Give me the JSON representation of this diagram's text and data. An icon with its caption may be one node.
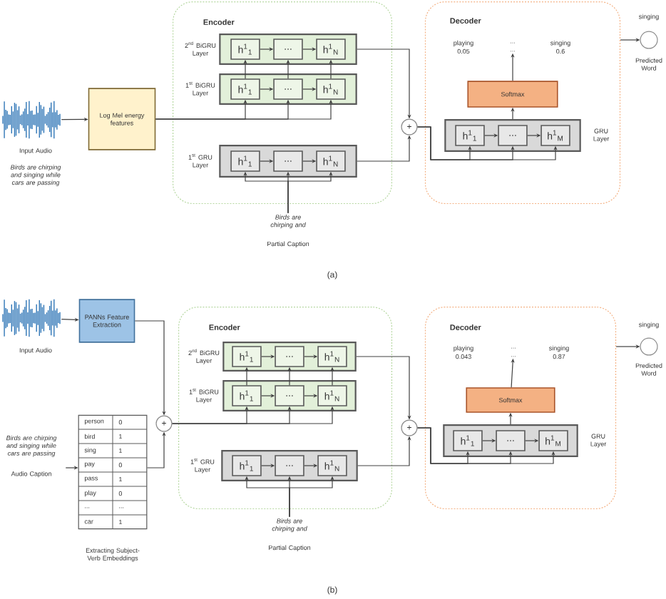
{
  "diagram": {
    "nodes": [
      {
        "text": [],
        "shape": "picture",
        "beside": [
          "Input Audio",
          "Birds are chirping and singing while cars are passing"
        ]
      },
      {
        "text": [
          "Log Mel energy features"
        ]
      },
      {
        "text": [
          "Encoder"
        ]
      },
      {
        "text": [
          "2$^{nd}$ BiGRU Layer"
        ],
        "in": 2
      },
      {
        "text": [
          "h$^{1}$$_{1}$"
        ],
        "in": 3
      },
      {
        "text": [
          "..."
        ],
        "in": 3
      },
      {
        "text": [
          "h$^{1}$$_{N}$"
        ],
        "in": 3
      },
      {
        "text": [
          "1$^{st}$ BiGRU Layer"
        ],
        "in": 2
      },
      {
        "text": [
          "h$^{1}$$_{1}$"
        ],
        "in": 7
      },
      {
        "text": [
          "..."
        ],
        "in": 7
      },
      {
        "text": [
          "h$^{1}$$_{N}$"
        ],
        "in": 7
      },
      {
        "text": [
          "1$^{st}$ GRU Layer"
        ],
        "in": 2
      },
      {
        "text": [
          "h$^{1}$$_{1}$"
        ],
        "in": 11
      },
      {
        "text": [
          "..."
        ],
        "in": 11
      },
      {
        "text": [
          "h$^{1}$$_{N}$"
        ],
        "in": 11
      },
      {
        "text": [
          "Birds are chirping and",
          "Partial Caption"
        ]
      },
      {
        "text": [
          "+"
        ]
      },
      {
        "text": [
          "Decoder"
        ]
      },
      {
        "text": [
          "playing",
          "0.05"
        ],
        "in": 17
      },
      {
        "text": [
          "...",
          "..."
        ],
        "in": 17
      },
      {
        "text": [
          "singing",
          "0.6"
        ],
        "in": 17
      },
      {
        "text": [
          "Softmax"
        ],
        "in": 17
      },
      {
        "text": [
          "GRU Layer"
        ],
        "in": 17
      },
      {
        "text": [
          "h$^{1}$$_{1}$"
        ],
        "in": 22
      },
      {
        "text": [
          "..."
        ],
        "in": 22
      },
      {
        "text": [
          "h$^{1}$$_{M}$"
        ],
        "in": 22
      },
      {
        "text": [],
        "shape": "circle",
        "beside": [
          "singing",
          "Predicted Word"
        ]
      },
      {
        "text": [],
        "shape": "picture",
        "beside": [
          "Input Audio"
        ]
      },
      {
        "text": [
          "PANNs Feature Extraction"
        ]
      },
      {
        "text": [
          "Birds are chirping and singing while cars are passing",
          "Audio Caption"
        ]
      },
      {
        "text": [
          "person",
          "0",
          "bird",
          "1",
          "sing",
          "1",
          "pay",
          "0",
          "pass",
          "1",
          "play",
          "0",
          "...",
          "...",
          "car",
          "1"
        ],
        "beside": [
          "Extracting Subject-Verb Embeddings"
        ]
      },
      {
        "text": [
          "+"
        ]
      },
      {
        "text": [
          "Encoder"
        ]
      },
      {
        "text": [
          "2$^{nd}$ BiGRU Layer"
        ],
        "in": 32
      },
      {
        "text": [
          "h$^{1}$$_{1}$"
        ],
        "in": 33
      },
      {
        "text": [
          "..."
        ],
        "in": 33
      },
      {
        "text": [
          "h$^{1}$$_{N}$"
        ],
        "in": 33
      },
      {
        "text": [
          "1$^{st}$ BiGRU Layer"
        ],
        "in": 32
      },
      {
        "text": [
          "h$^{1}$$_{1}$"
        ],
        "in": 37
      },
      {
        "text": [
          "..."
        ],
        "in": 37
      },
      {
        "text": [
          "h$^{1}$$_{N}$"
        ],
        "in": 37
      },
      {
        "text": [
          "1$^{st}$ GRU Layer"
        ],
        "in": 32
      },
      {
        "text": [
          "h$^{1}$$_{1}$"
        ],
        "in": 41
      },
      {
        "text": [
          "..."
        ],
        "in": 41
      },
      {
        "text": [
          "h$^{1}$$_{N}$"
        ],
        "in": 41
      },
      {
        "text": [
          "Birds are chirping and",
          "Partial Caption"
        ]
      },
      {
        "text": [
          "+"
        ]
      },
      {
        "text": [
          "Decoder"
        ]
      },
      {
        "text": [
          "playing",
          "0.043"
        ],
        "in": 47
      },
      {
        "text": [
          "...",
          "..."
        ],
        "in": 47
      },
      {
        "text": [
          "singing",
          "0.87"
        ],
        "in": 47
      },
      {
        "text": [
          "Softmax"
        ],
        "in": 47
      },
      {
        "text": [
          "GRU Layer"
        ],
        "in": 47
      },
      {
        "text": [
          "h$^{1}$$_{1}$"
        ],
        "in": 52
      },
      {
        "text": [
          "..."
        ],
        "in": 52
      },
      {
        "text": [
          "h$^{1}$$_{M}$"
        ],
        "in": 52
      },
      {
        "text": [],
        "shape": "circle",
        "beside": [
          "singing",
          "Predicted Word"
        ]
      }
    ],
    "edges": [
      {
        "from": 0,
        "to": 1,
        "arrow": "to"
      },
      {
        "from": 1,
        "to": 8,
        "arrow": "to"
      },
      {
        "from": 1,
        "to": 9,
        "arrow": "to"
      },
      {
        "from": 1,
        "to": 10,
        "arrow": "to"
      },
      {
        "from": 8,
        "to": 4,
        "arrow": "to"
      },
      {
        "from": 9,
        "to": 5,
        "arrow": "to"
      },
      {
        "from": 10,
        "to": 6,
        "arrow": "to"
      },
      {
        "from": 4,
        "to": 5,
        "arrow": "to"
      },
      {
        "from": 5,
        "to": 6,
        "arrow": "to"
      },
      {
        "from": 8,
        "to": 9,
        "arrow": "to"
      },
      {
        "from": 9,
        "to": 10,
        "arrow": "to"
      },
      {
        "from": 12,
        "to": 13,
        "arrow": "to"
      },
      {
        "from": 13,
        "to": 14,
        "arrow": "to"
      },
      {
        "from": 15,
        "to": 12,
        "arrow": "to"
      },
      {
        "from": 15,
        "to": 13,
        "arrow": "to"
      },
      {
        "from": 15,
        "to": 14,
        "arrow": "to"
      },
      {
        "from": 3,
        "to": 16,
        "arrow": "to"
      },
      {
        "from": 11,
        "to": 16,
        "arrow": "to"
      },
      {
        "from": 16,
        "to": 23,
        "arrow": "to"
      },
      {
        "from": 16,
        "to": 24,
        "arrow": "to"
      },
      {
        "from": 16,
        "to": 25,
        "arrow": "to"
      },
      {
        "from": 23,
        "to": 24,
        "arrow": "to"
      },
      {
        "from": 24,
        "to": 25,
        "arrow": "to"
      },
      {
        "from": 22,
        "to": 21,
        "arrow": "to"
      },
      {
        "from": 21,
        "to": 19,
        "arrow": "to"
      },
      {
        "from": 17,
        "to": 26,
        "arrow": "to"
      },
      {
        "from": 27,
        "to": 28,
        "arrow": "to"
      },
      {
        "from": 28,
        "to": 31,
        "arrow": "to"
      },
      {
        "from": 29,
        "to": 30,
        "arrow": "to"
      },
      {
        "from": 30,
        "to": 31,
        "arrow": "to"
      },
      {
        "from": 31,
        "to": 38,
        "arrow": "to"
      },
      {
        "from": 31,
        "to": 39,
        "arrow": "to"
      },
      {
        "from": 31,
        "to": 40,
        "arrow": "to"
      },
      {
        "from": 38,
        "to": 34,
        "arrow": "to"
      },
      {
        "from": 39,
        "to": 35,
        "arrow": "to"
      },
      {
        "from": 40,
        "to": 36,
        "arrow": "to"
      },
      {
        "from": 34,
        "to": 35,
        "arrow": "to"
      },
      {
        "from": 35,
        "to": 36,
        "arrow": "to"
      },
      {
        "from": 38,
        "to": 39,
        "arrow": "to"
      },
      {
        "from": 39,
        "to": 40,
        "arrow": "to"
      },
      {
        "from": 42,
        "to": 43,
        "arrow": "to"
      },
      {
        "from": 43,
        "to": 44,
        "arrow": "to"
      },
      {
        "from": 45,
        "to": 42,
        "arrow": "to"
      },
      {
        "from": 45,
        "to": 43,
        "arrow": "to"
      },
      {
        "from": 45,
        "to": 44,
        "arrow": "to"
      },
      {
        "from": 33,
        "to": 46,
        "arrow": "to"
      },
      {
        "from": 41,
        "to": 46,
        "arrow": "to"
      },
      {
        "from": 46,
        "to": 53,
        "arrow": "to"
      },
      {
        "from": 46,
        "to": 54,
        "arrow": "to"
      },
      {
        "from": 46,
        "to": 55,
        "arrow": "to"
      },
      {
        "from": 53,
        "to": 54,
        "arrow": "to"
      },
      {
        "from": 54,
        "to": 55,
        "arrow": "to"
      },
      {
        "from": 52,
        "to": 51,
        "arrow": "to"
      },
      {
        "from": 51,
        "to": 49,
        "arrow": "to"
      },
      {
        "from": 47,
        "to": 56,
        "arrow": "to"
      }
    ],
    "labels": [
      "(a)",
      "(b)"
    ]
  }
}
